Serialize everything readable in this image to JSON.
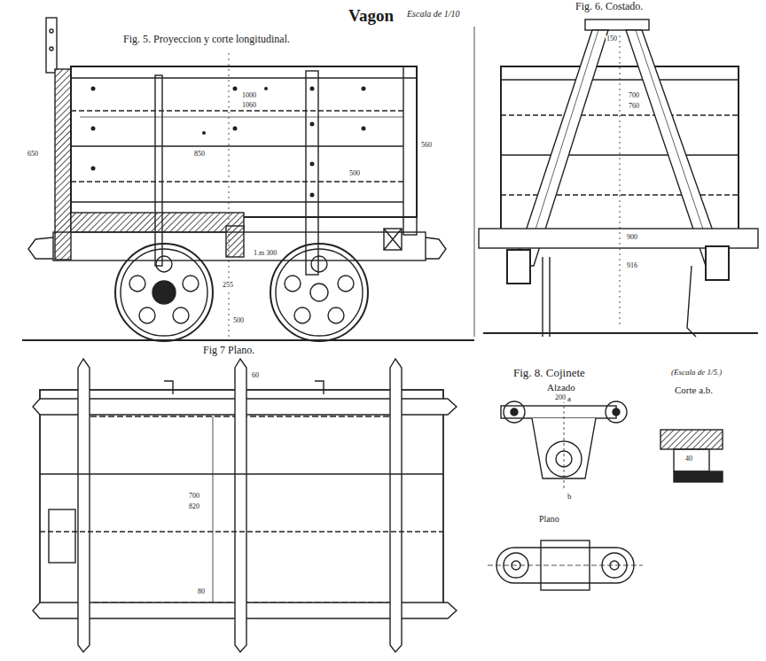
{
  "diagram": {
    "title": "Vagon",
    "labels": [
      "Escala de 1/10",
      "Fig. 5. Proyeccion y corte longitudinal.",
      "Fig. 6. Costado.",
      "Fig 7 Plano.",
      "Fig. 8. Cojinete",
      "Alzado",
      "(Escala de 1/5.)",
      "Corte a.b.",
      "Plano",
      "a",
      "b",
      "1000",
      "1060",
      "850",
      "650",
      "560",
      "500",
      "1.m 300",
      "255",
      "500",
      "150",
      "700",
      "760",
      "900",
      "916",
      "60",
      "700",
      "820",
      "80",
      "200",
      "40"
    ]
  }
}
